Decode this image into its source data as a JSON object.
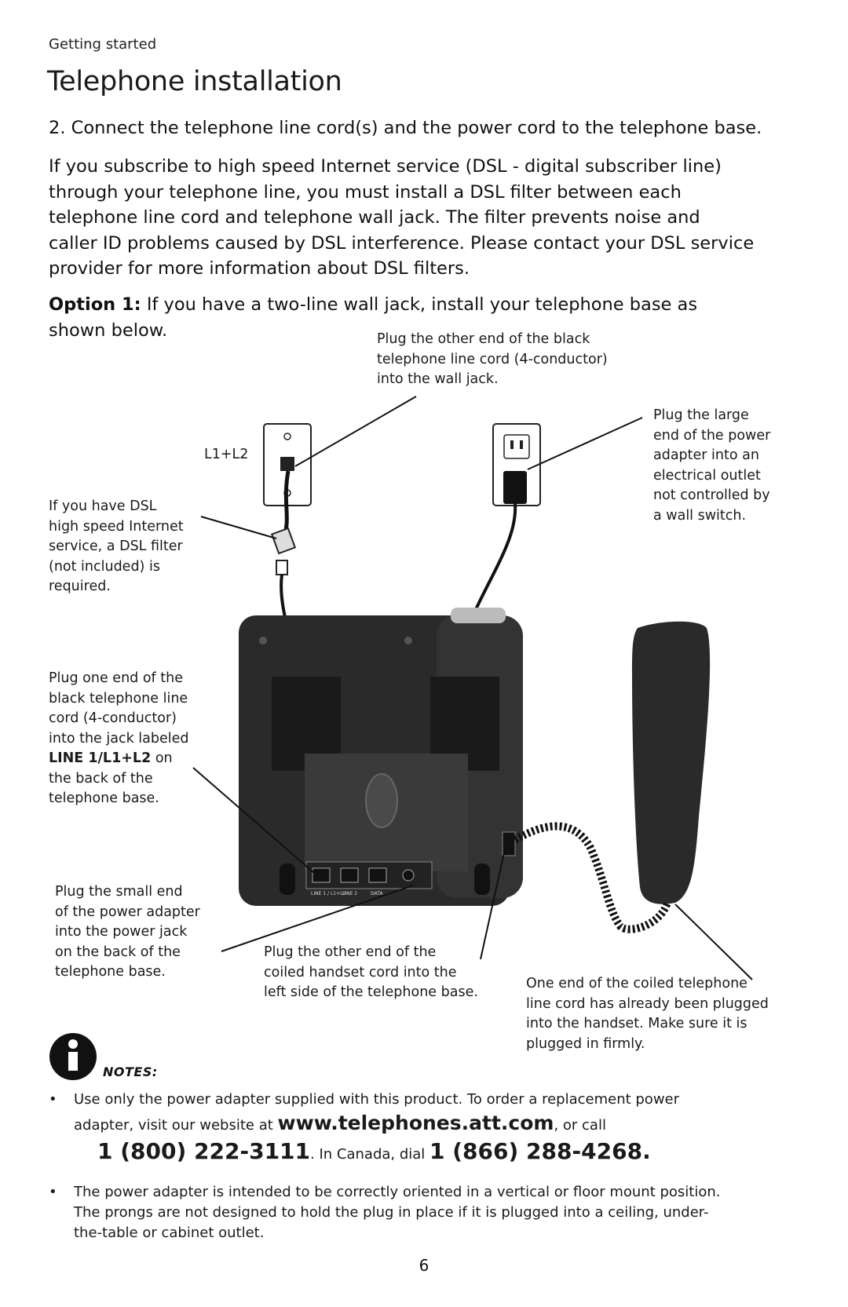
{
  "header": {
    "section": "Getting started",
    "title": "Telephone installation"
  },
  "step": "2. Connect the telephone line cord(s) and the power cord to the telephone base.",
  "dsl_paragraph": [
    "If you subscribe to high speed Internet service (DSL - digital subscriber line)",
    "through your telephone line, you must install a DSL filter between each",
    "telephone line cord and telephone wall jack. The filter prevents noise and",
    "caller ID problems caused by DSL interference. Please contact your DSL service",
    "provider for more information about DSL filters."
  ],
  "option": {
    "label": "Option 1:",
    "line1": " If you have a two-line wall jack, install your telephone base as",
    "line2": "shown below."
  },
  "diagram": {
    "jack_label": "L1+L2",
    "callout_wall_jack": [
      "Plug the other end of the black",
      "telephone line cord (4-conductor)",
      "into the wall jack."
    ],
    "callout_outlet": [
      "Plug the large",
      "end of the power",
      "adapter into an",
      "electrical outlet",
      "not controlled by",
      "a wall switch."
    ],
    "callout_dsl": [
      "If you have DSL",
      "high speed Internet",
      "service, a DSL filter",
      "(not included) is",
      "required."
    ],
    "callout_line_jack": {
      "lines_before": [
        "Plug one end of the",
        "black telephone line",
        "cord (4-conductor)",
        "into the jack labeled"
      ],
      "bold": "LINE 1/L1+L2",
      "after_bold": " on",
      "lines_after": [
        "the back of the",
        "telephone base."
      ]
    },
    "callout_power_jack": [
      "Plug the small end",
      "of the power adapter",
      "into the power jack",
      "on the back of the",
      "telephone base."
    ],
    "callout_handset_cord": [
      "Plug the other end of the",
      "coiled handset cord into the",
      "left side of the telephone base."
    ],
    "callout_handset": [
      "One end of the coiled telephone",
      "line cord has already been plugged",
      "into the handset. Make sure it is",
      "plugged in firmly."
    ],
    "jack_labels": [
      "LINE 1 / L1+L2",
      "LINE 2",
      "DATA"
    ]
  },
  "notes": {
    "label": "NOTES:",
    "bullet1_line1": "Use only the power adapter supplied with this product. To order a replacement power",
    "bullet1_line2_pre": "adapter, visit our website at ",
    "bullet1_url": "www.telephones.att.com",
    "bullet1_line2_post": ", or call",
    "bullet1_phone1": "1 (800) 222-3111",
    "bullet1_canada": ". In Canada, dial ",
    "bullet1_phone2": "1 (866) 288-4268",
    "bullet1_end": ".",
    "bullet2": [
      "The power adapter is intended to be correctly oriented in a vertical or floor mount position.",
      "The prongs are not designed to hold the plug in place if it is plugged into a ceiling, under-",
      "the-table or cabinet outlet."
    ]
  },
  "page_number": "6",
  "colors": {
    "text": "#111111",
    "phone_body": "#2a2a2a",
    "background": "#ffffff"
  }
}
